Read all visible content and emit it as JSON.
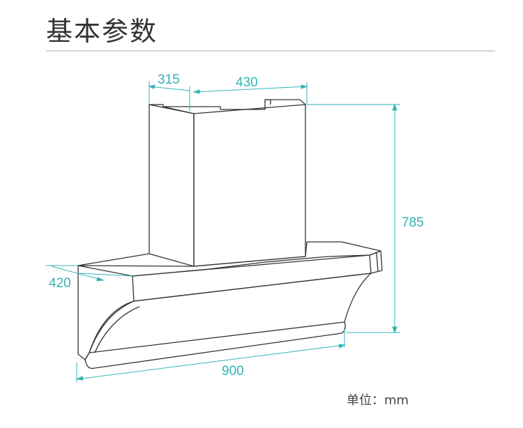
{
  "header": {
    "title": "基本参数"
  },
  "dimensions": {
    "top_depth": "315",
    "top_width": "430",
    "height": "785",
    "side_depth": "420",
    "width": "900"
  },
  "footer": {
    "unit": "单位：mm"
  },
  "colors": {
    "dimension": "#33b3b5",
    "outline": "#333333",
    "text": "#333333",
    "rule": "#d4d4d4"
  }
}
